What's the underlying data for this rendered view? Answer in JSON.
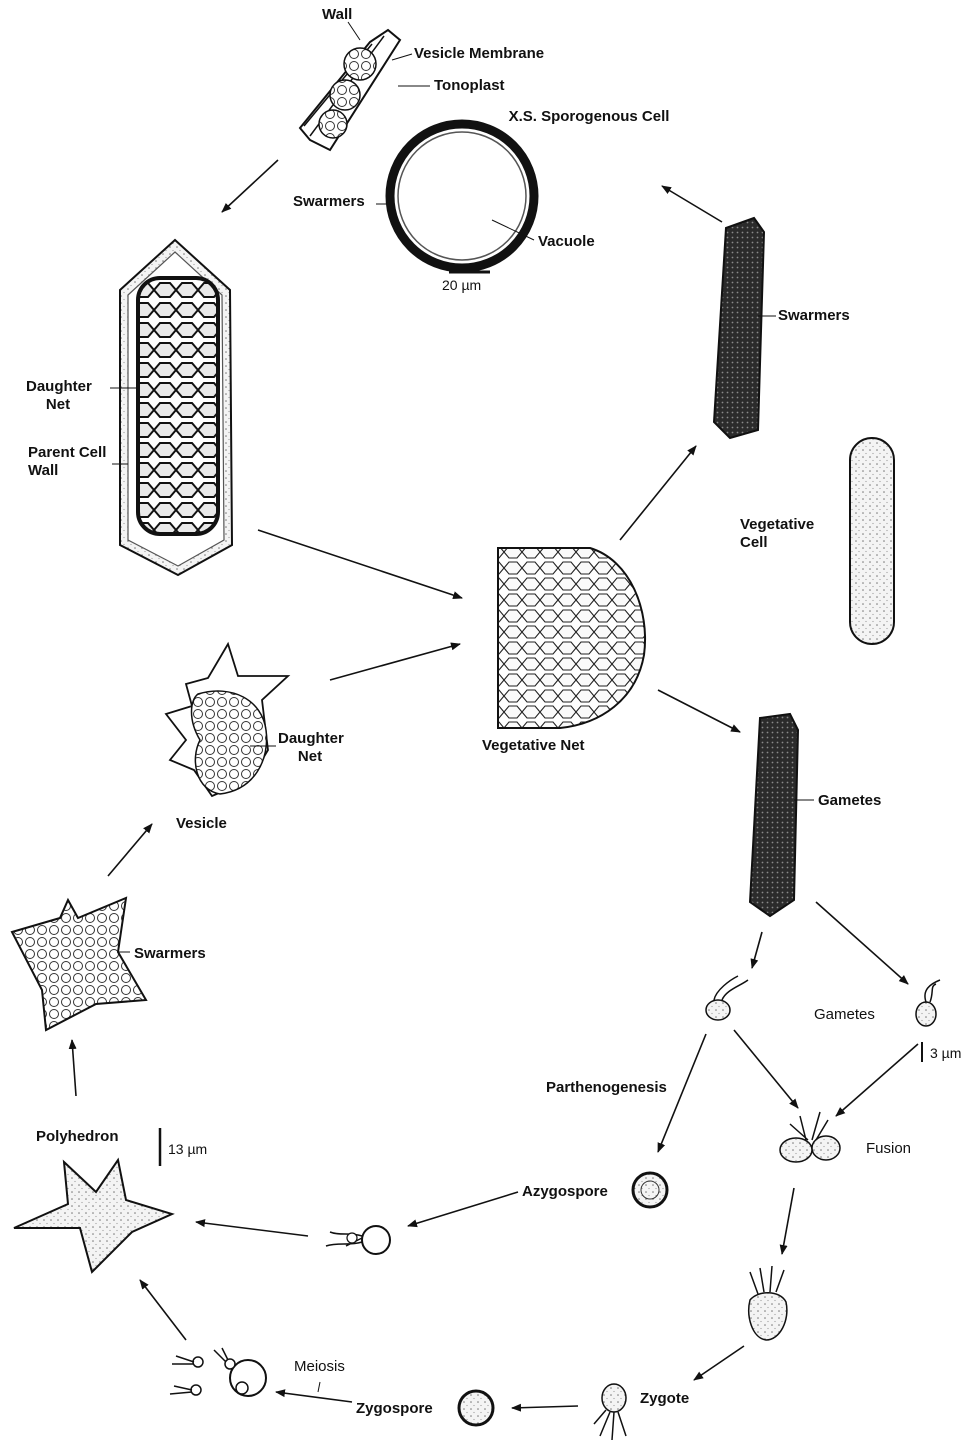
{
  "labels": {
    "wall": "Wall",
    "vesicle_membrane": "Vesicle Membrane",
    "tonoplast": "Tonoplast",
    "xs_sporogenous_cell": "X.S. Sporogenous Cell",
    "swarmers_top": "Swarmers",
    "vacuole": "Vacuole",
    "scale_20um": "20 µm",
    "swarmers_right": "Swarmers",
    "daughter_net_top": "Daughter Net",
    "parent_cell_wall": "Parent Cell Wall",
    "vegetative_cell": "Vegetative Cell",
    "vegetative_net": "Vegetative Net",
    "daughter_net_vesicle": "Daughter Net",
    "vesicle": "Vesicle",
    "gametes_cell": "Gametes",
    "swarmers_left": "Swarmers",
    "gametes_free": "Gametes",
    "scale_3um": "3 µm",
    "parthenogenesis": "Parthenogenesis",
    "polyhedron": "Polyhedron",
    "scale_13um": "13 µm",
    "fusion": "Fusion",
    "azygospore": "Azygospore",
    "zygote": "Zygote",
    "meiosis": "Meiosis",
    "zygospore": "Zygospore"
  },
  "colors": {
    "ink": "#111111",
    "dark_fill": "#3a3a3a",
    "light_stipple": "#bdbdbd",
    "background": "#ffffff"
  }
}
